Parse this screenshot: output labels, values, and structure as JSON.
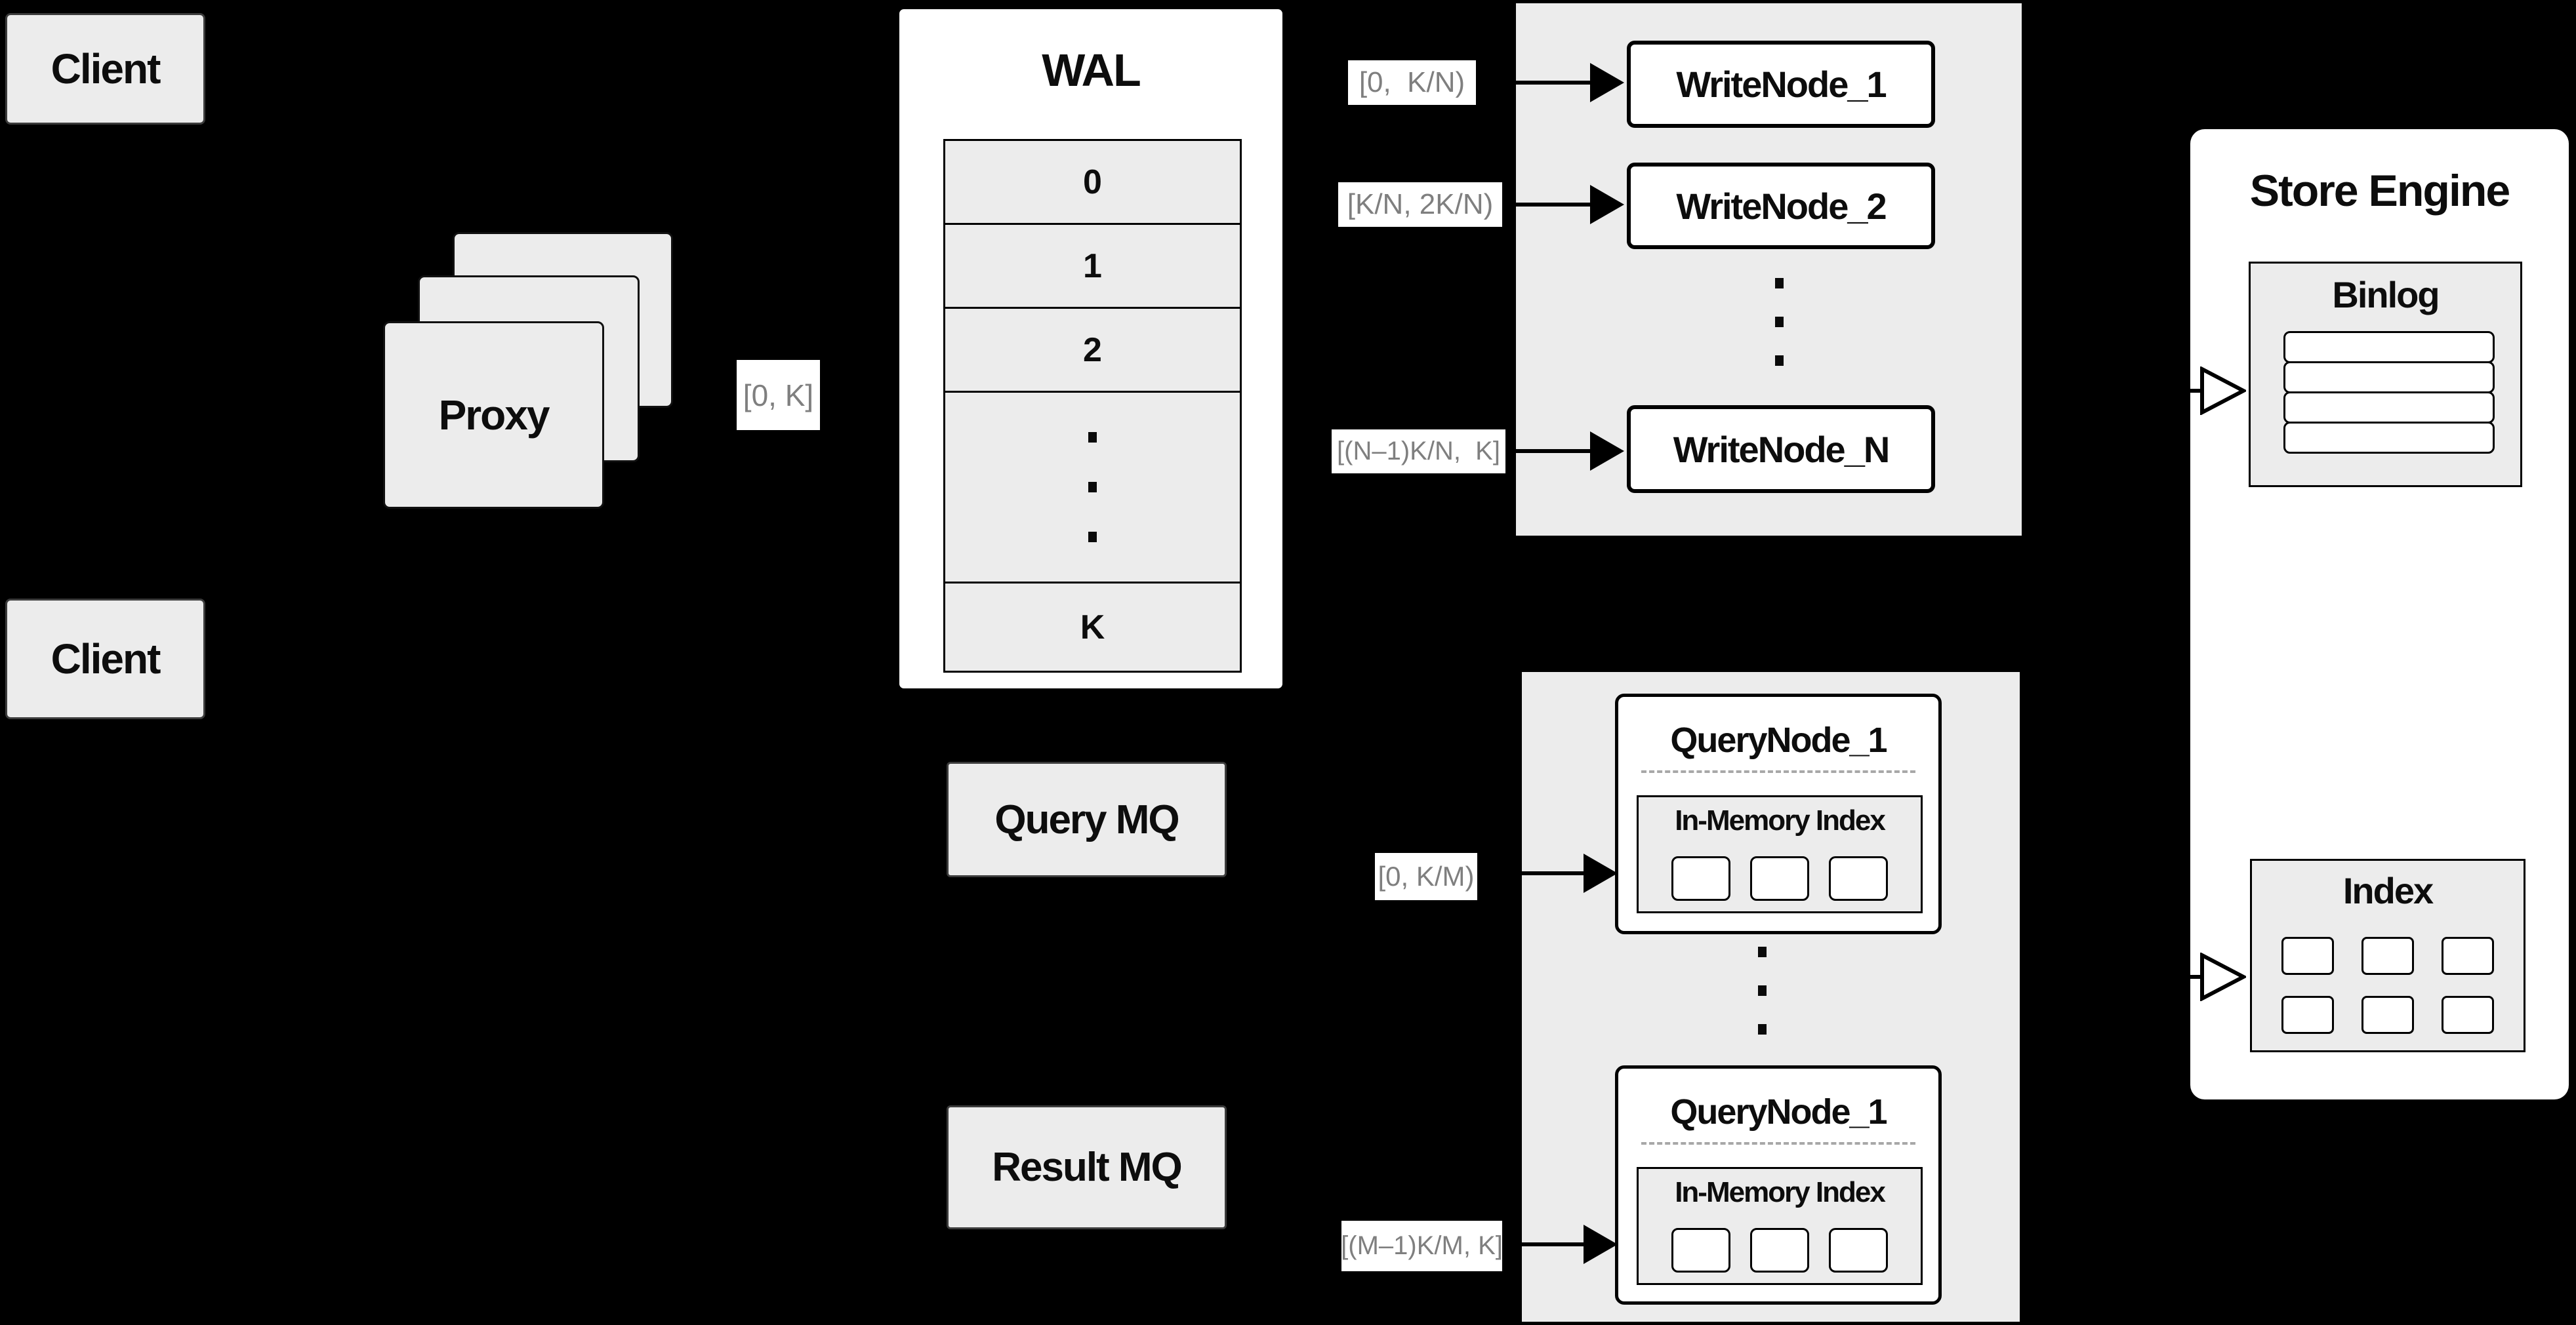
{
  "diagram": {
    "client_top": "Client",
    "client_bottom": "Client",
    "proxy": "Proxy",
    "proxy_range": "[0, K]",
    "wal": {
      "title": "WAL",
      "segments": [
        "0",
        "1",
        "2"
      ],
      "last_segment": "K"
    },
    "write_cluster": {
      "nodes": [
        "WriteNode_1",
        "WriteNode_2",
        "WriteNode_N"
      ],
      "ranges": [
        "[0,  K/N)",
        "[K/N, 2K/N)",
        "[(N–1)K/N,  K]"
      ]
    },
    "query_mq": "Query MQ",
    "result_mq": "Result MQ",
    "query_cluster": {
      "node_top": {
        "title": "QueryNode_1",
        "index_label": "In-Memory Index"
      },
      "node_bottom": {
        "title": "QueryNode_1",
        "index_label": "In-Memory Index"
      },
      "ranges": [
        "[0, K/M)",
        "[(M–1)K/M, K]"
      ]
    },
    "store_engine": {
      "title": "Store Engine",
      "binlog": "Binlog",
      "index": "Index"
    }
  },
  "colors": {
    "background": "#000000",
    "panel_gray": "#ececec",
    "box_white": "#ffffff",
    "line_black": "#000000",
    "range_text_gray": "#7f7f7f"
  }
}
